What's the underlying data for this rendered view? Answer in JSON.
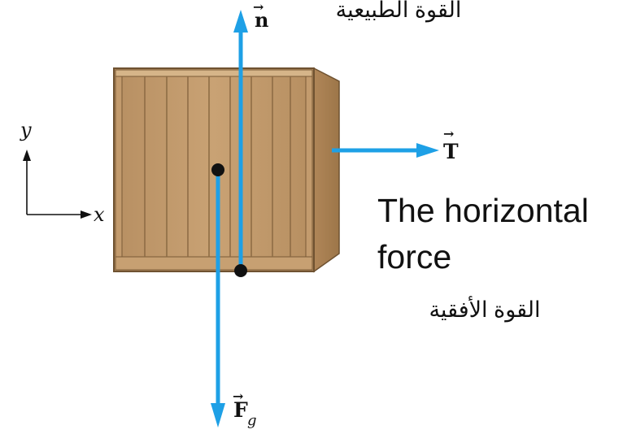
{
  "labels": {
    "normal_arabic": "القوة الطبيعية",
    "horizontal_en_line1": "The horizontal",
    "horizontal_en_line2": "force",
    "horizontal_arabic": "القوة الأفقية"
  },
  "vectors": {
    "normal": "n",
    "tension": "T",
    "gravity": "F",
    "gravity_subscript": "g"
  },
  "axes": {
    "x": "x",
    "y": "y"
  },
  "colors": {
    "arrow": "#1ea0e6",
    "crate_face": "#c19a6b",
    "crate_side": "#a57f52",
    "crate_top": "#d9b98e",
    "plank_line": "#8b6a43",
    "crate_border": "#6f5231",
    "text": "#000000"
  }
}
